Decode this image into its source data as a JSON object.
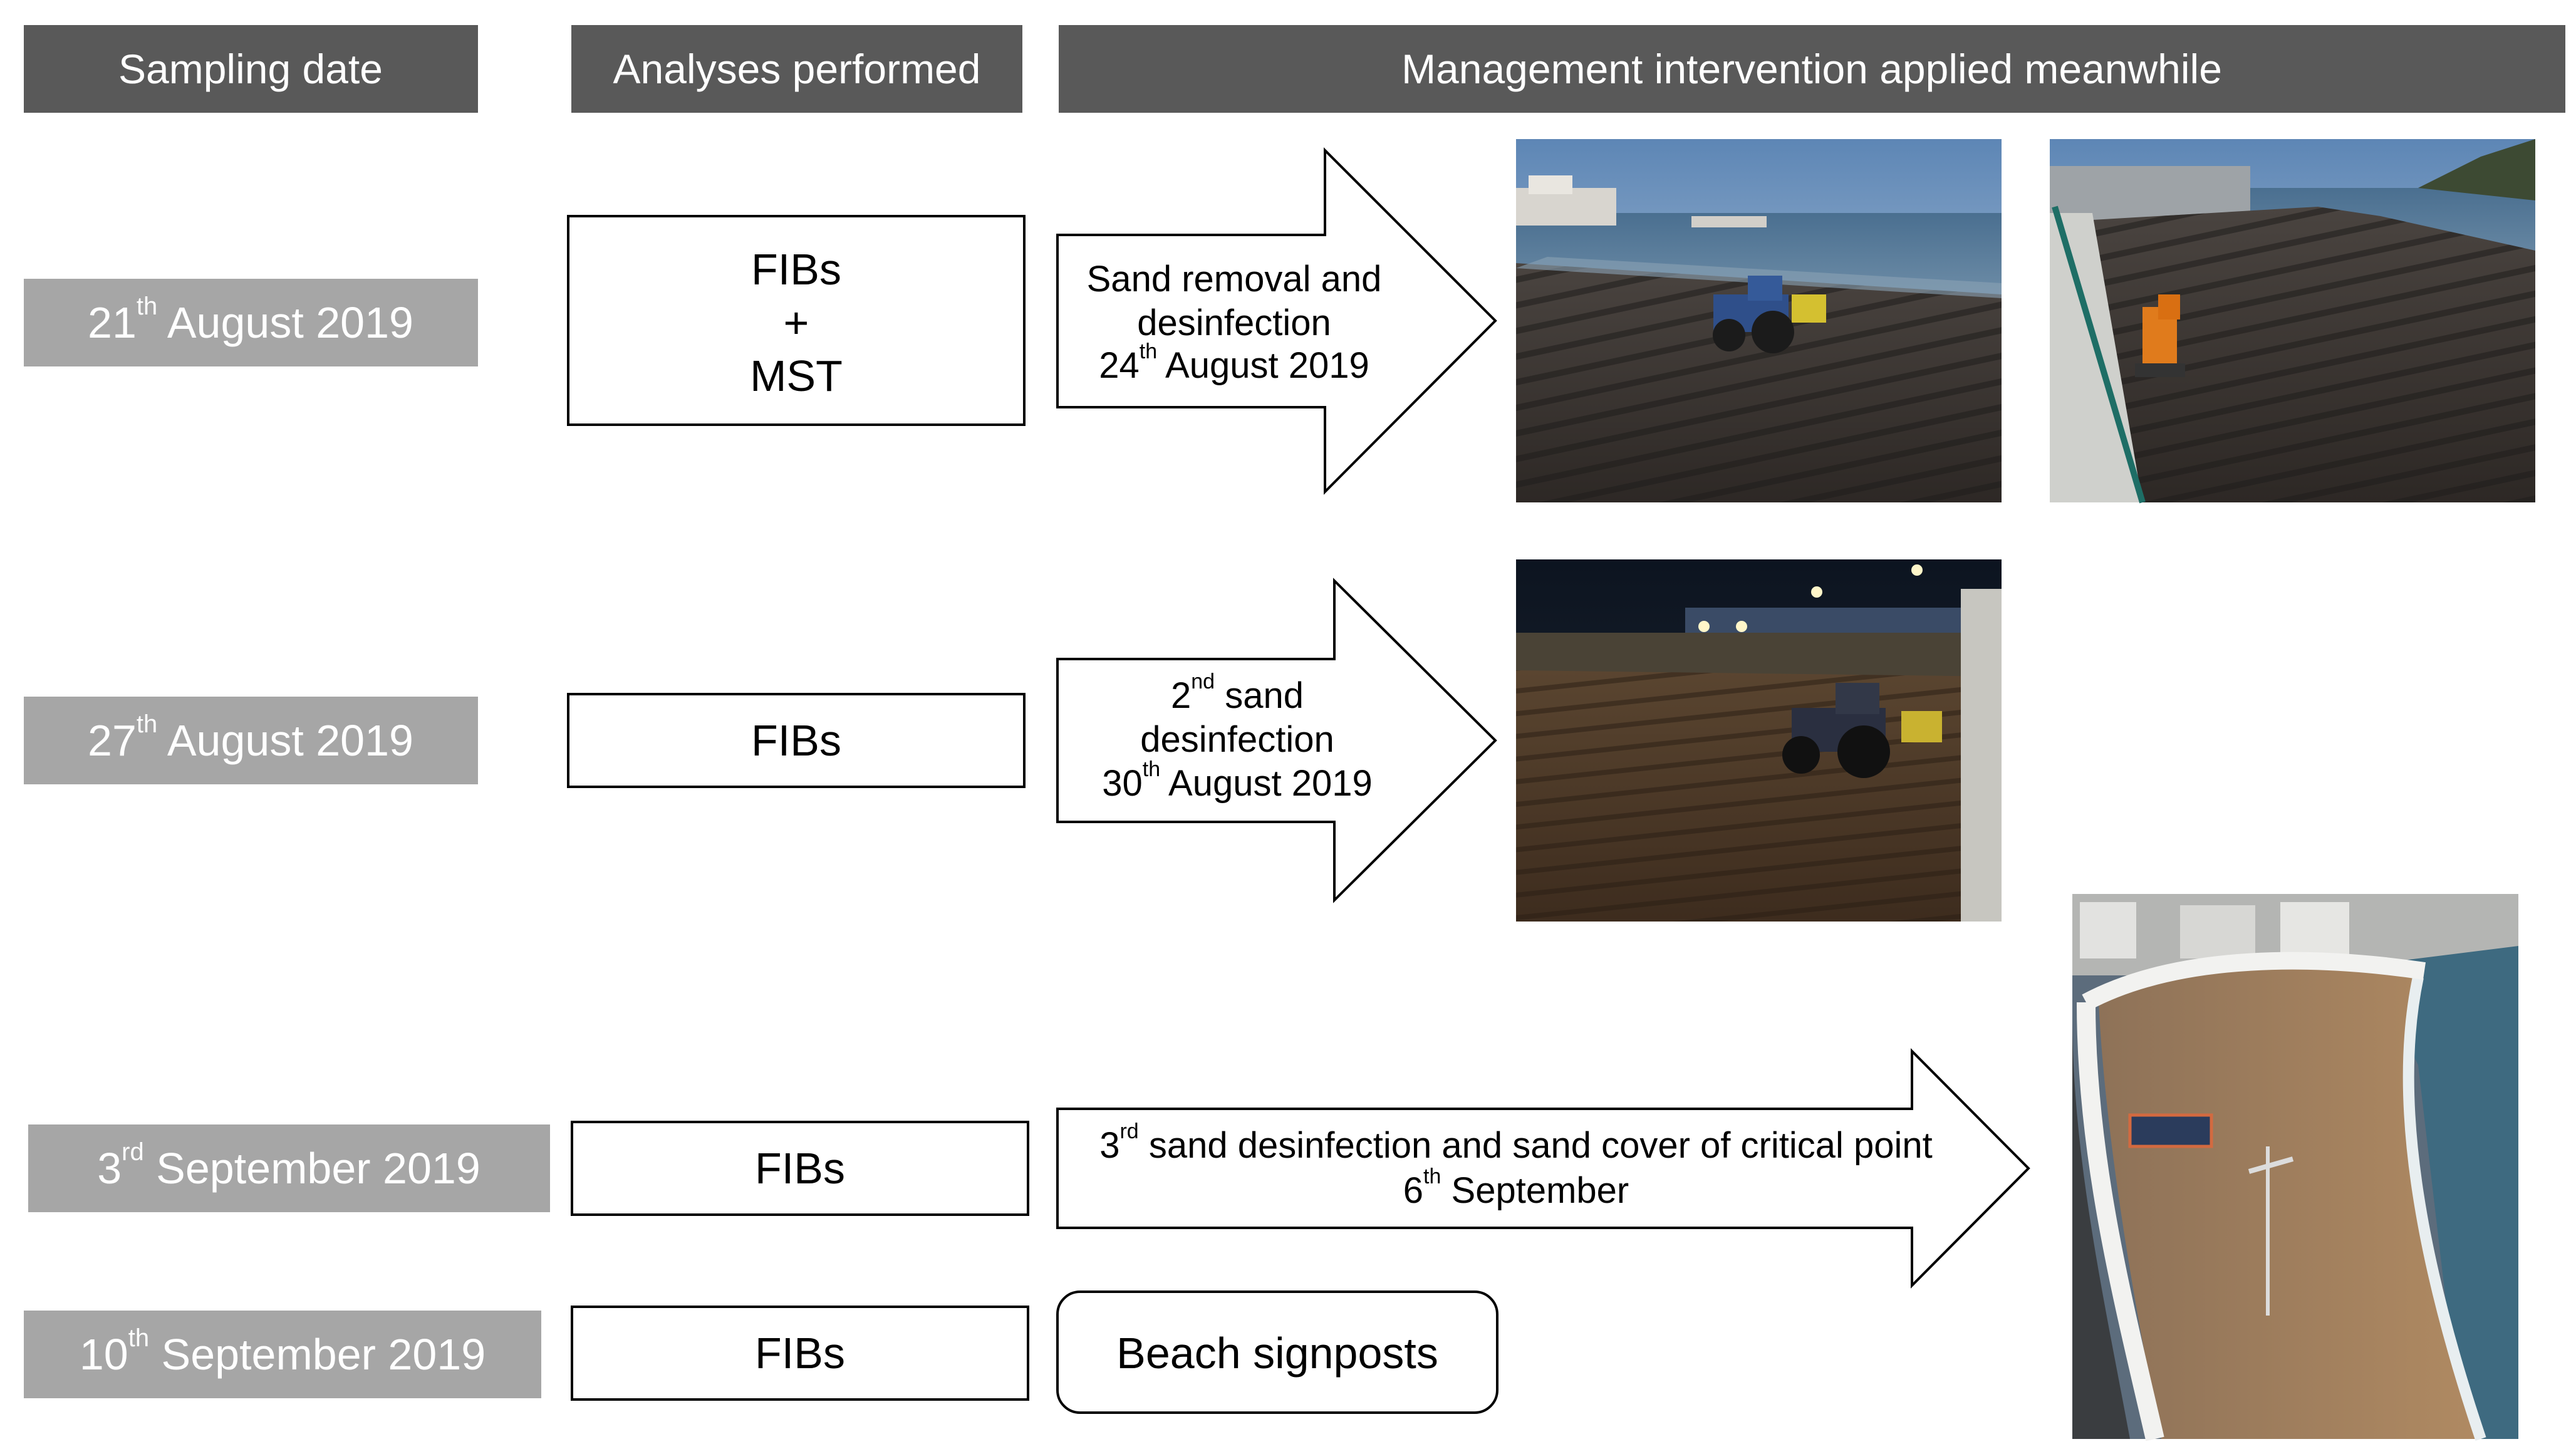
{
  "headers": {
    "sampling_date": "Sampling date",
    "analyses_performed": "Analyses performed",
    "management_intervention": "Management intervention applied meanwhile"
  },
  "rows": [
    {
      "date": {
        "pre": "21",
        "sup": "th",
        "post": " August 2019"
      },
      "analysis": [
        "FIBs",
        "+",
        "MST"
      ],
      "intervention": [
        {
          "pre": "Sand removal and",
          "sup": "",
          "post": ""
        },
        {
          "pre": "desinfection",
          "sup": "",
          "post": ""
        },
        {
          "pre": "24",
          "sup": "th",
          "post": " August 2019"
        }
      ]
    },
    {
      "date": {
        "pre": "27",
        "sup": "th",
        "post": " August 2019"
      },
      "analysis": [
        "FIBs"
      ],
      "intervention": [
        {
          "pre": "2",
          "sup": "nd",
          "post": " sand"
        },
        {
          "pre": "desinfection",
          "sup": "",
          "post": ""
        },
        {
          "pre": "30",
          "sup": "th",
          "post": " August 2019"
        }
      ]
    },
    {
      "date": {
        "pre": "3",
        "sup": "rd",
        "post": " September 2019"
      },
      "analysis": [
        "FIBs"
      ],
      "intervention": [
        {
          "pre": "3",
          "sup": "rd",
          "post": " sand desinfection and sand cover of critical point"
        },
        {
          "pre": "6",
          "sup": "th",
          "post": " September"
        }
      ]
    },
    {
      "date": {
        "pre": "10",
        "sup": "th",
        "post": " September 2019"
      },
      "analysis": [
        "FIBs"
      ],
      "intervention": [
        {
          "pre": "Beach signposts",
          "sup": "",
          "post": ""
        }
      ]
    }
  ],
  "colors": {
    "header_bg": "#595959",
    "date_bg": "#a6a6a6",
    "box_border": "#000000",
    "text": "#000000"
  }
}
